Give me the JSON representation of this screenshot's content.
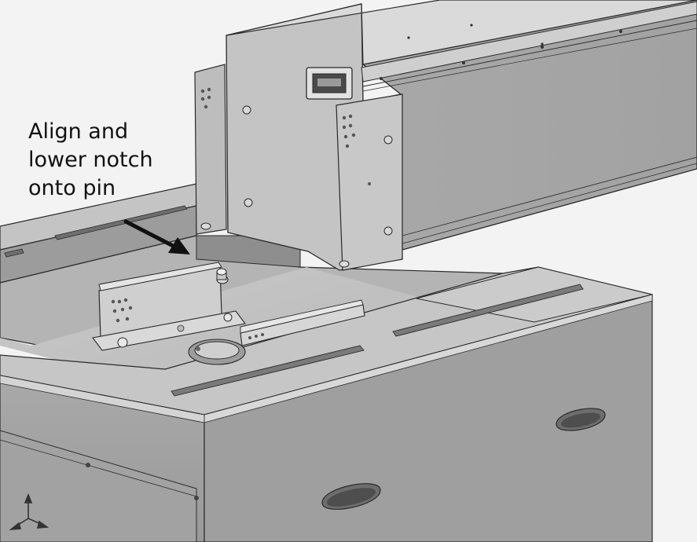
{
  "callout": {
    "lines": [
      "Align and",
      "lower notch",
      "onto pin"
    ]
  },
  "colors": {
    "background": "#f3f3f3",
    "panel_light": "#d0d0d0",
    "panel_mid": "#b2b2b2",
    "panel_dark": "#8c8c8c",
    "outline": "#2a2a2a",
    "arrow": "#111111"
  },
  "icons": {
    "axis_triad": "axis-triad-icon",
    "pointer_arrow": "pointer-arrow-icon"
  }
}
